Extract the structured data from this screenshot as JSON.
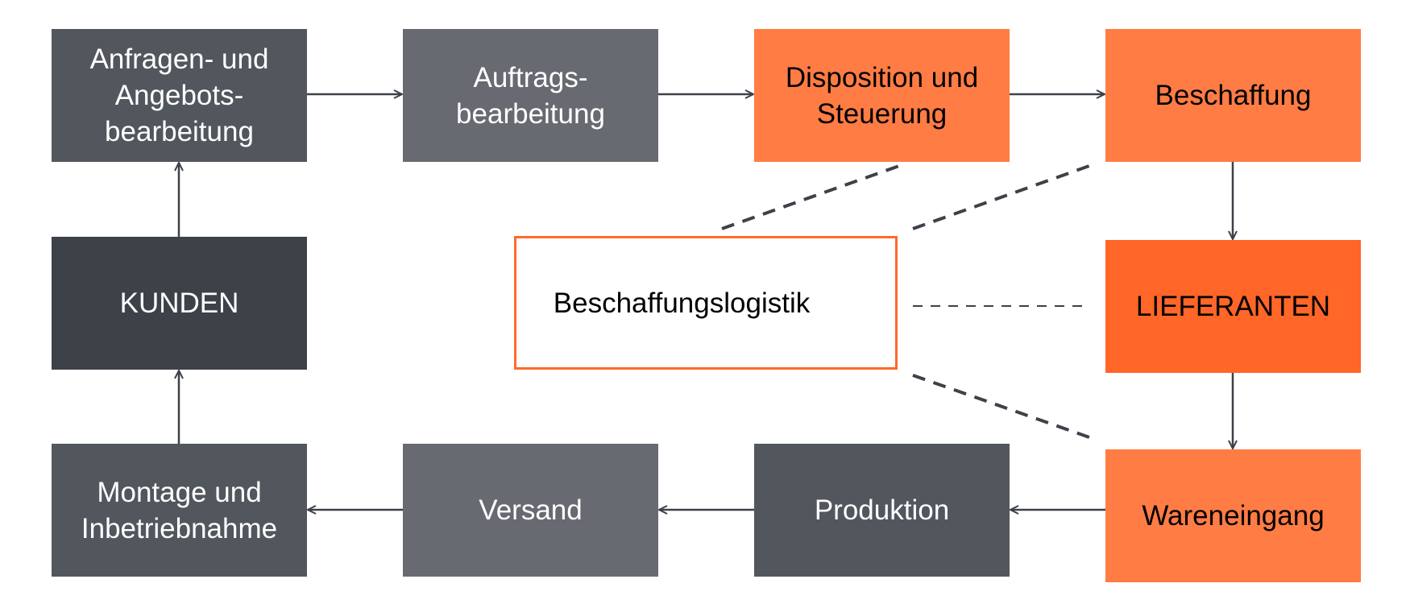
{
  "colors": {
    "gray_dark": "#3d4148",
    "gray_mid": "#52565d",
    "gray_light": "#676a70",
    "orange_light": "#ff7c45",
    "orange_strong": "#ff6627",
    "outline_orange": "#ff6a2a",
    "connector": "#3d4148"
  },
  "nodes": [
    {
      "id": "anfragen",
      "label": "Anfragen- und\nAngebots-\nbearbeitung",
      "fill": "gray_mid",
      "text": "light"
    },
    {
      "id": "auftrags",
      "label": "Auftrags-\nbearbeitung",
      "fill": "gray_light",
      "text": "light"
    },
    {
      "id": "disposition",
      "label": "Disposition und\nSteuerung",
      "fill": "orange_light",
      "text": "dark"
    },
    {
      "id": "beschaffung",
      "label": "Beschaffung",
      "fill": "orange_light",
      "text": "dark"
    },
    {
      "id": "kunden",
      "label": "KUNDEN",
      "fill": "gray_dark",
      "text": "light"
    },
    {
      "id": "beschaffungslogistik",
      "label": "Beschaffungslogistik",
      "fill": "none",
      "text": "dark"
    },
    {
      "id": "lieferanten",
      "label": "LIEFERANTEN",
      "fill": "orange_strong",
      "text": "dark"
    },
    {
      "id": "montage",
      "label": "Montage und\nInbetriebnahme",
      "fill": "gray_mid",
      "text": "light"
    },
    {
      "id": "versand",
      "label": "Versand",
      "fill": "gray_light",
      "text": "light"
    },
    {
      "id": "produktion",
      "label": "Produktion",
      "fill": "gray_mid",
      "text": "light"
    },
    {
      "id": "wareneingang",
      "label": "Wareneingang",
      "fill": "orange_light",
      "text": "dark"
    }
  ],
  "edges": [
    {
      "from": "anfragen",
      "to": "auftrags",
      "style": "arrow"
    },
    {
      "from": "auftrags",
      "to": "disposition",
      "style": "arrow"
    },
    {
      "from": "disposition",
      "to": "beschaffung",
      "style": "arrow"
    },
    {
      "from": "beschaffung",
      "to": "lieferanten",
      "style": "arrow"
    },
    {
      "from": "lieferanten",
      "to": "wareneingang",
      "style": "arrow"
    },
    {
      "from": "wareneingang",
      "to": "produktion",
      "style": "arrow"
    },
    {
      "from": "produktion",
      "to": "versand",
      "style": "arrow"
    },
    {
      "from": "versand",
      "to": "montage",
      "style": "arrow"
    },
    {
      "from": "montage",
      "to": "kunden",
      "style": "arrow"
    },
    {
      "from": "kunden",
      "to": "anfragen",
      "style": "arrow"
    },
    {
      "from": "beschaffungslogistik",
      "to": "disposition",
      "style": "dashed"
    },
    {
      "from": "beschaffungslogistik",
      "to": "beschaffung",
      "style": "dashed"
    },
    {
      "from": "beschaffungslogistik",
      "to": "lieferanten",
      "style": "dashed"
    },
    {
      "from": "beschaffungslogistik",
      "to": "wareneingang",
      "style": "dashed"
    }
  ]
}
